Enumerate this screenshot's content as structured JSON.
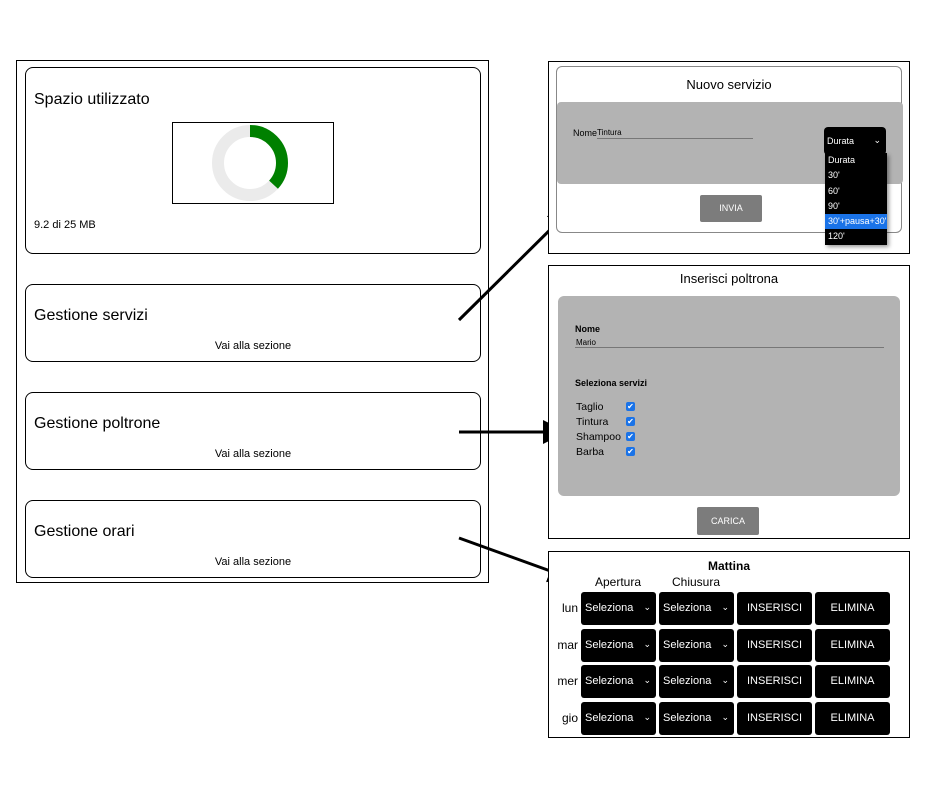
{
  "storage": {
    "title": "Spazio utilizzato",
    "usage_text": "9.2 di 25 MB",
    "used_fraction": 0.368,
    "used_color": "#008000",
    "free_color": "#ebebeb"
  },
  "sections": {
    "services": {
      "title": "Gestione servizi",
      "link": "Vai alla sezione"
    },
    "chairs": {
      "title": "Gestione poltrone",
      "link": "Vai alla sezione"
    },
    "hours": {
      "title": "Gestione orari",
      "link": "Vai alla sezione"
    }
  },
  "new_service": {
    "title": "Nuovo servizio",
    "name_label": "Nome",
    "name_value": "Tintura",
    "duration_selected": "Durata",
    "duration_options": [
      "Durata",
      "30'",
      "60'",
      "90'",
      "30'+pausa+30'",
      "120'"
    ],
    "highlighted_option": "30'+pausa+30'",
    "submit_label": "INVIA"
  },
  "new_chair": {
    "title": "Inserisci poltrona",
    "name_label": "Nome",
    "name_value": "Mario",
    "services_label": "Seleziona servizi",
    "services": [
      {
        "name": "Taglio",
        "checked": true
      },
      {
        "name": "Tintura",
        "checked": true
      },
      {
        "name": "Shampoo",
        "checked": true
      },
      {
        "name": "Barba",
        "checked": true
      }
    ],
    "submit_label": "CARICA"
  },
  "schedule": {
    "title": "Mattina",
    "opening_header": "Apertura",
    "closing_header": "Chiusura",
    "rows": [
      {
        "day": "lun",
        "opening": "Seleziona",
        "closing": "Seleziona",
        "insert_label": "INSERISCI",
        "delete_label": "ELIMINA"
      },
      {
        "day": "mar",
        "opening": "Seleziona",
        "closing": "Seleziona",
        "insert_label": "INSERISCI",
        "delete_label": "ELIMINA"
      },
      {
        "day": "mer",
        "opening": "Seleziona",
        "closing": "Seleziona",
        "insert_label": "INSERISCI",
        "delete_label": "ELIMINA"
      },
      {
        "day": "gio",
        "opening": "Seleziona",
        "closing": "Seleziona",
        "insert_label": "INSERISCI",
        "delete_label": "ELIMINA"
      }
    ]
  },
  "icons": {
    "dropdown": "chevron-down-icon",
    "checkbox": "checkmark-icon",
    "arrow": "arrow-right-icon"
  }
}
